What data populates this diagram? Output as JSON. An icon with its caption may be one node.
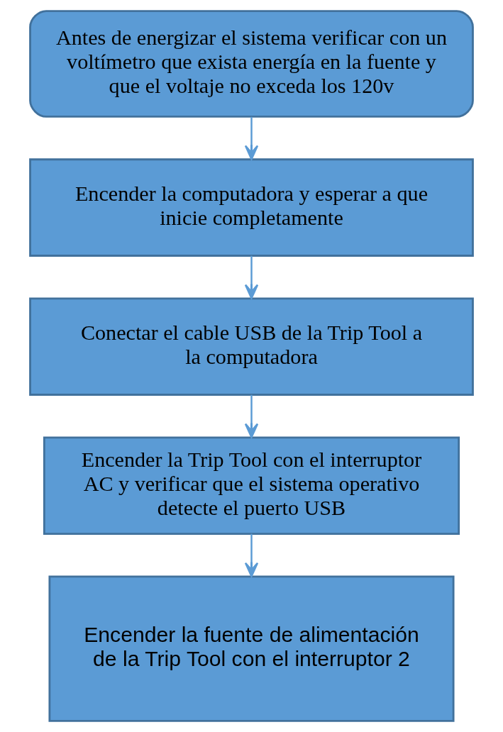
{
  "diagram": {
    "nodes": [
      {
        "text": [
          "Antes de energizar el sistema verificar con un voltímetro que exista energía en la fuente y que el voltaje no exceda los 120v"
        ]
      },
      {
        "text": [
          "Encender la computadora y esperar a que inicie completamente"
        ]
      },
      {
        "text": [
          "Conectar el cable USB de la Trip Tool a la computadora"
        ]
      },
      {
        "text": [
          "Encender la Trip Tool con el interruptor AC y verificar que el sistema operativo detecte el puerto USB"
        ]
      },
      {
        "text": [
          "Encender la fuente de alimentación de la Trip Tool con el interruptor 2"
        ]
      }
    ],
    "edges": [
      {
        "from": 0,
        "to": 1,
        "arrow": "to"
      },
      {
        "from": 1,
        "to": 2,
        "arrow": "to"
      },
      {
        "from": 2,
        "to": 3,
        "arrow": "to"
      },
      {
        "from": 3,
        "to": 4,
        "arrow": "to"
      }
    ]
  }
}
